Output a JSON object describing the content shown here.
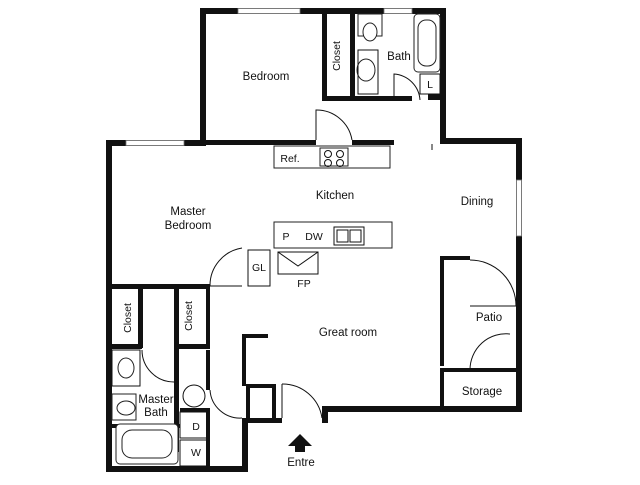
{
  "rooms": {
    "bedroom": "Bedroom",
    "bath": "Bath",
    "closet_top": "Closet",
    "laundry": "L",
    "refrigerator": "Ref.",
    "kitchen": "Kitchen",
    "dining": "Dining",
    "master_bedroom_line1": "Master",
    "master_bedroom_line2": "Bedroom",
    "pantry": "P",
    "dishwasher": "DW",
    "glass": "GL",
    "fireplace": "FP",
    "closet_left": "Closet",
    "closet_mid": "Closet",
    "great_room": "Great room",
    "patio": "Patio",
    "storage": "Storage",
    "master_bath_line1": "Master",
    "master_bath_line2": "Bath",
    "dryer": "D",
    "washer": "W",
    "entry": "Entre"
  }
}
